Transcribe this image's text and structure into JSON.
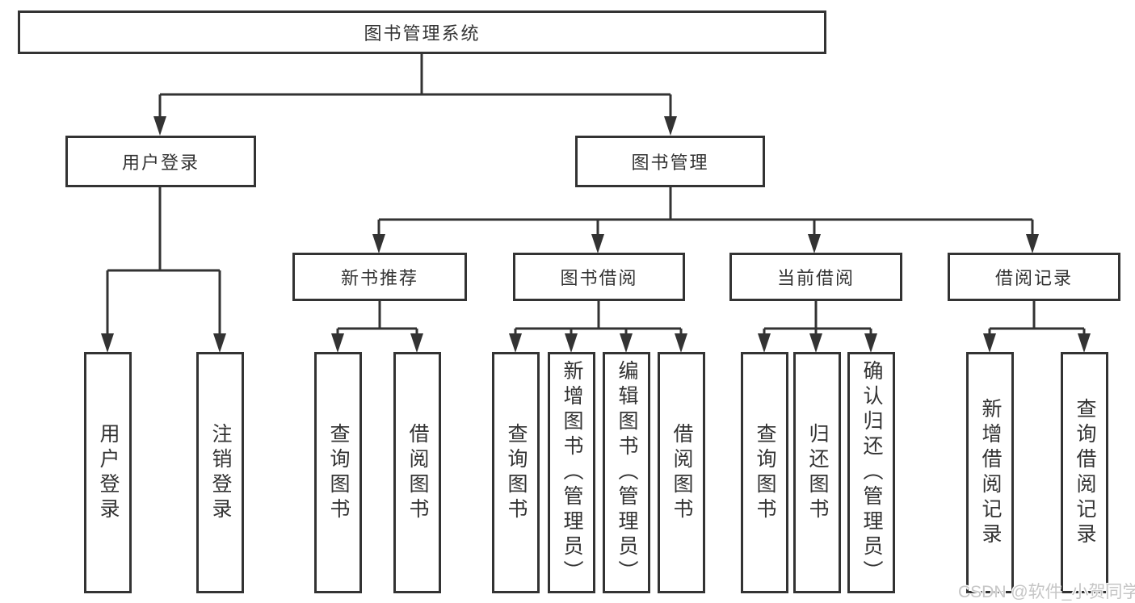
{
  "diagram": {
    "watermark": "CSDN @软件_小贺同学",
    "colors": {
      "line": "#333333",
      "box_border": "#333333",
      "text": "#333333",
      "background": "#ffffff",
      "watermark": "#c6c6c6"
    },
    "tree": {
      "label": "图书管理系统",
      "children": [
        {
          "label": "用户登录",
          "children": [
            {
              "label": "用户登录"
            },
            {
              "label": "注销登录"
            }
          ]
        },
        {
          "label": "图书管理",
          "children": [
            {
              "label": "新书推荐",
              "children": [
                {
                  "label": "查询图书"
                },
                {
                  "label": "借阅图书"
                }
              ]
            },
            {
              "label": "图书借阅",
              "children": [
                {
                  "label": "查询图书"
                },
                {
                  "label": "新增图书（管理员）"
                },
                {
                  "label": "编辑图书（管理员）"
                },
                {
                  "label": "借阅图书"
                }
              ]
            },
            {
              "label": "当前借阅",
              "children": [
                {
                  "label": "查询图书"
                },
                {
                  "label": "归还图书"
                },
                {
                  "label": "确认归还（管理员）"
                }
              ]
            },
            {
              "label": "借阅记录",
              "children": [
                {
                  "label": "新增借阅记录"
                },
                {
                  "label": "查询借阅记录"
                }
              ]
            }
          ]
        }
      ]
    }
  }
}
